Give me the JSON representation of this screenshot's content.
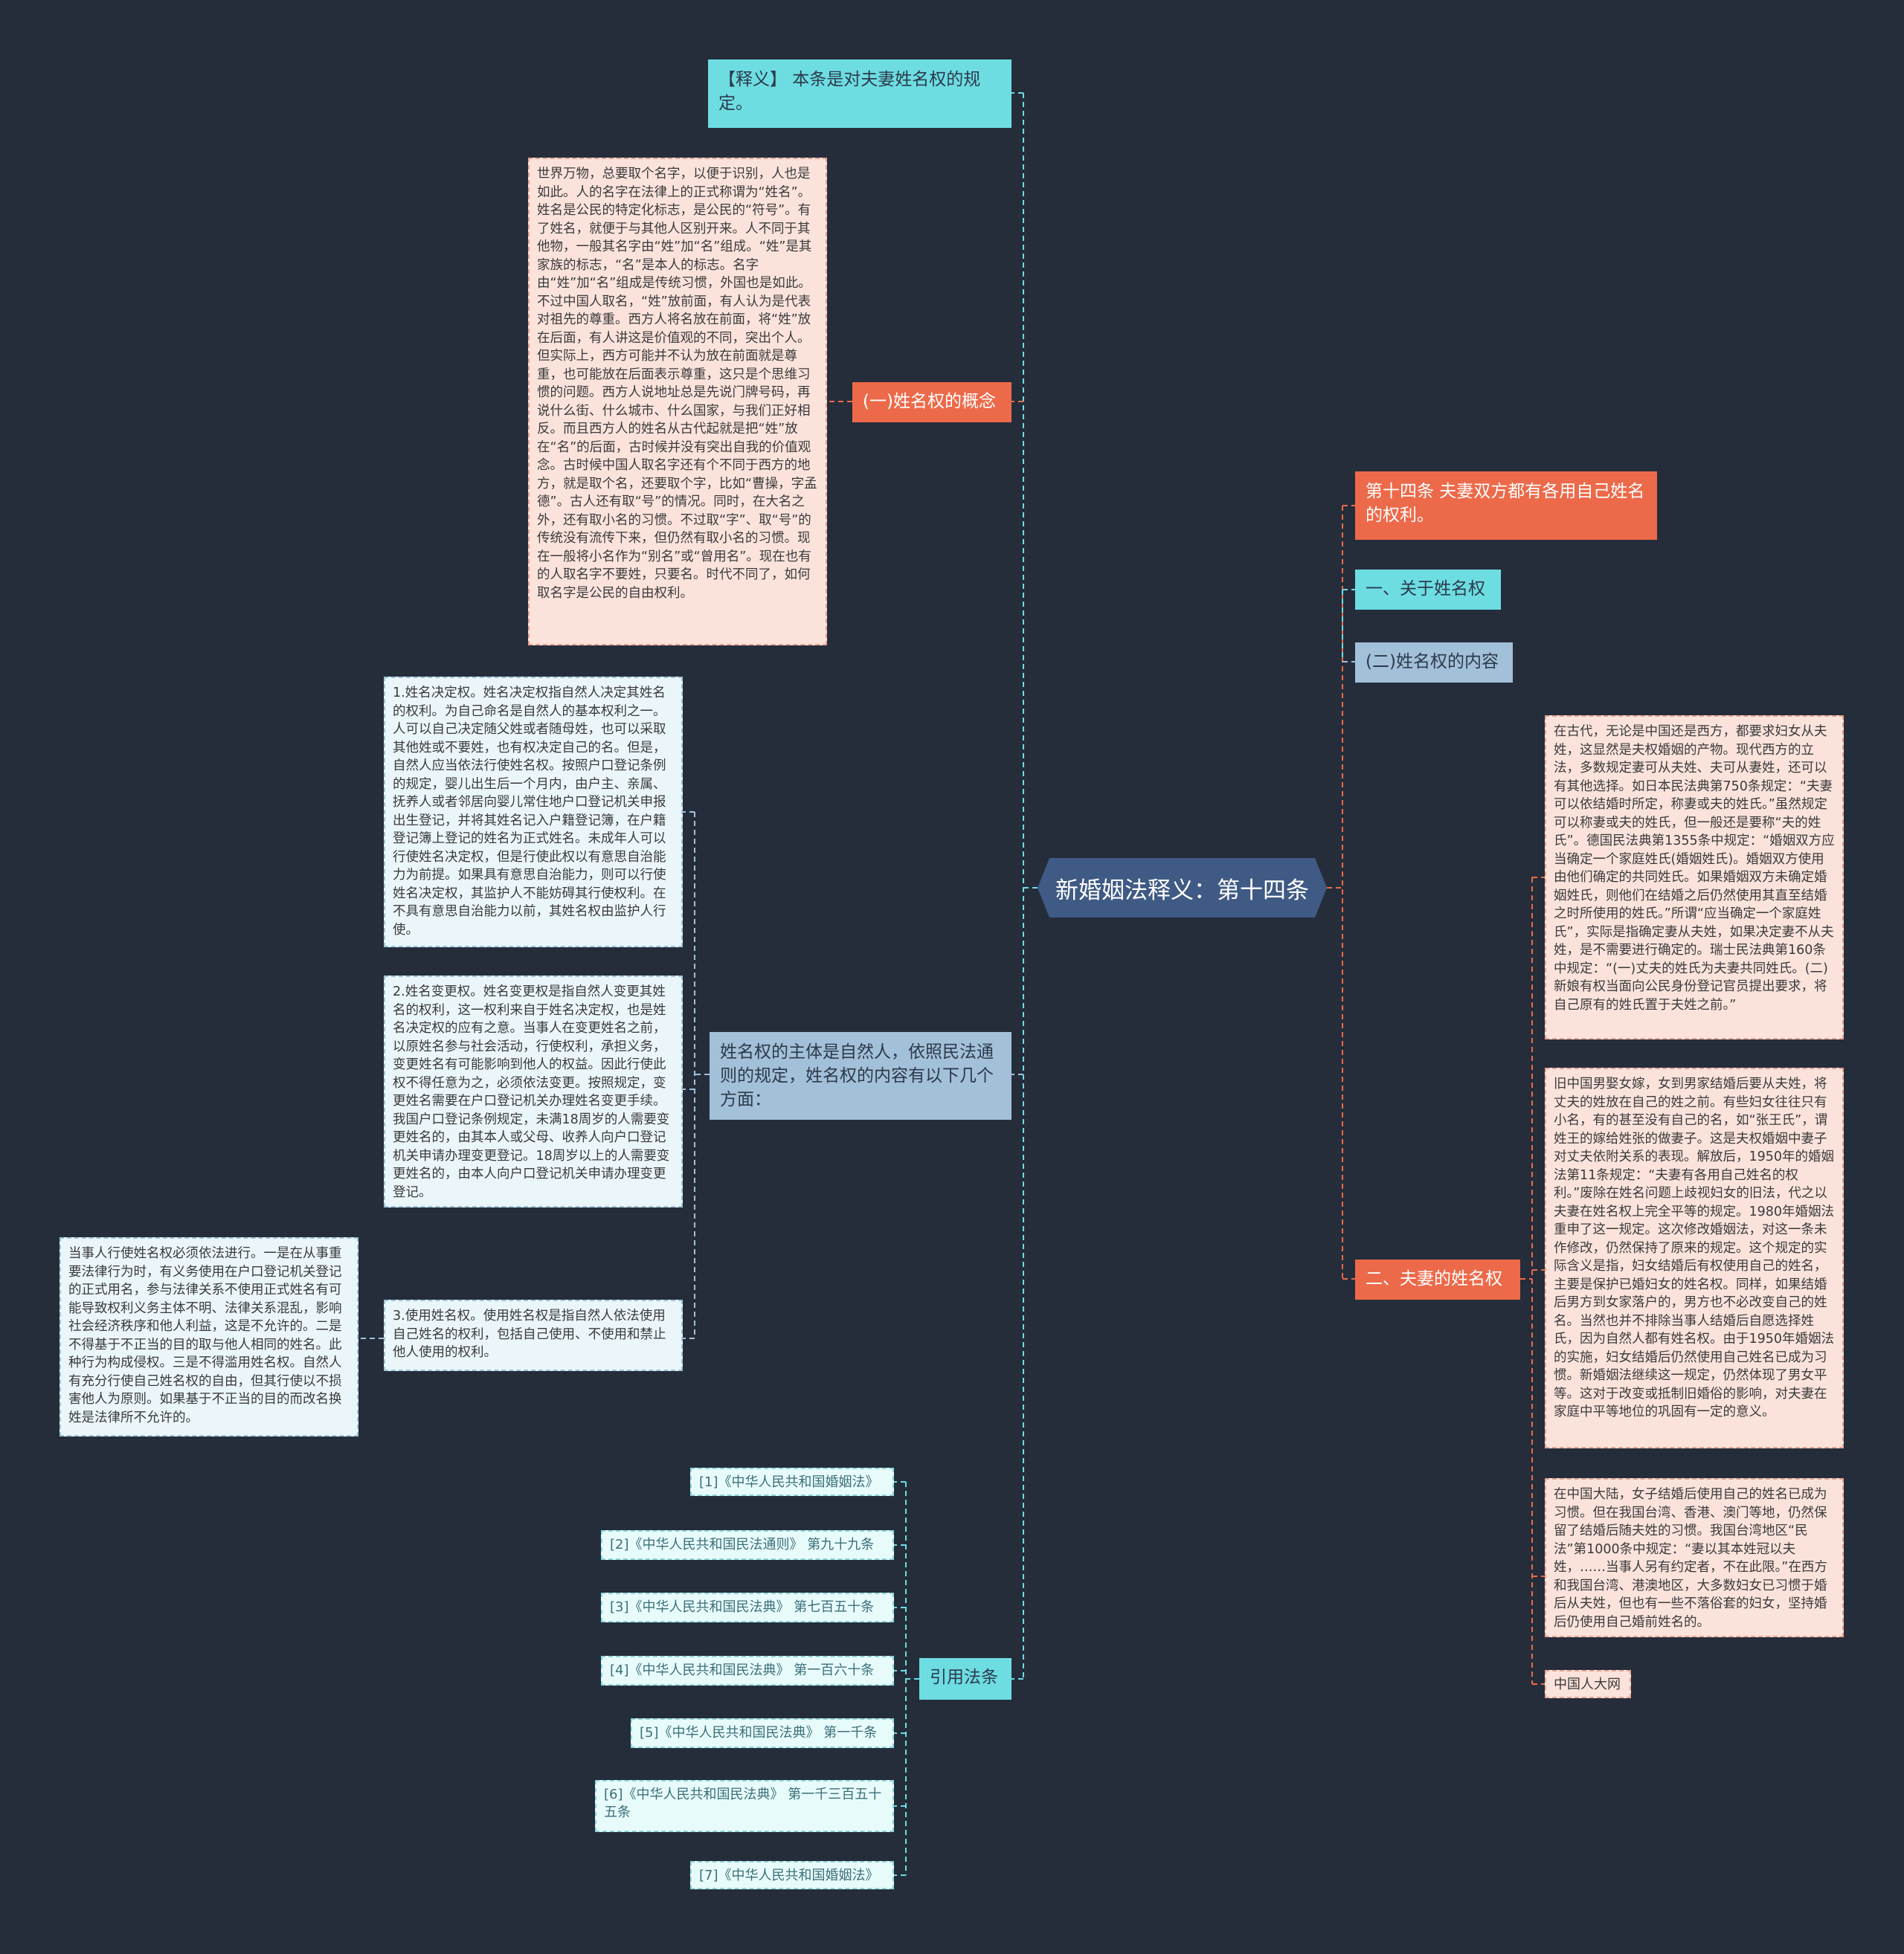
{
  "center": {
    "title": "新婚姻法释义：第十四条"
  },
  "left": {
    "definition": "【释义】 本条是对夫妻姓名权的规定。",
    "concept": {
      "label": "(一)姓名权的概念",
      "detail": "世界万物，总要取个名字，以便于识别，人也是如此。人的名字在法律上的正式称谓为“姓名”。姓名是公民的特定化标志，是公民的“符号”。有了姓名，就便于与其他人区别开来。人不同于其他物，一般其名字由“姓”加“名”组成。“姓”是其家族的标志，“名”是本人的标志。名字由“姓”加“名”组成是传统习惯，外国也是如此。不过中国人取名，“姓”放前面，有人认为是代表对祖先的尊重。西方人将名放在前面，将“姓”放在后面，有人讲这是价值观的不同，突出个人。但实际上，西方可能并不认为放在前面就是尊重，也可能放在后面表示尊重，这只是个思维习惯的问题。西方人说地址总是先说门牌号码，再说什么街、什么城市、什么国家，与我们正好相反。而且西方人的姓名从古代起就是把“姓”放在“名”的后面，古时候并没有突出自我的价值观念。古时候中国人取名字还有个不同于西方的地方，就是取个名，还要取个字，比如“曹操，字孟德”。古人还有取“号”的情况。同时，在大名之外，还有取小名的习惯。不过取“字”、取“号”的传统没有流传下来，但仍然有取小名的习惯。现在一般将小名作为“别名”或“曾用名”。现在也有的人取名字不要姓，只要名。时代不同了，如何取名字是公民的自由权利。"
    },
    "subject": {
      "label": "姓名权的主体是自然人，依照民法通则的规定，姓名权的内容有以下几个方面：",
      "items": [
        "1.姓名决定权。姓名决定权指自然人决定其姓名的权利。为自己命名是自然人的基本权利之一。人可以自己决定随父姓或者随母姓，也可以采取其他姓或不要姓，也有权决定自己的名。但是，自然人应当依法行使姓名权。按照户口登记条例的规定，婴儿出生后一个月内，由户主、亲属、抚养人或者邻居向婴儿常住地户口登记机关申报出生登记，并将其姓名记入户籍登记簿，在户籍登记簿上登记的姓名为正式姓名。未成年人可以行使姓名决定权，但是行使此权以有意思自治能力为前提。如果具有意思自治能力，则可以行使姓名决定权，其监护人不能妨碍其行使权利。在不具有意思自治能力以前，其姓名权由监护人行使。",
        "2.姓名变更权。姓名变更权是指自然人变更其姓名的权利，这一权利来自于姓名决定权，也是姓名决定权的应有之意。当事人在变更姓名之前，以原姓名参与社会活动，行使权利，承担义务，变更姓名有可能影响到他人的权益。因此行使此权不得任意为之，必须依法变更。按照规定，变更姓名需要在户口登记机关办理姓名变更手续。我国户口登记条例规定，未满18周岁的人需要变更姓名的，由其本人或父母、收养人向户口登记机关申请办理变更登记。18周岁以上的人需要变更姓名的，由本人向户口登记机关申请办理变更登记。",
        "3.使用姓名权。使用姓名权是指自然人依法使用自己姓名的权利，包括自己使用、不使用和禁止他人使用的权利。"
      ],
      "note": "当事人行使姓名权必须依法进行。一是在从事重要法律行为时，有义务使用在户口登记机关登记的正式用名，参与法律关系不使用正式姓名有可能导致权利义务主体不明、法律关系混乱，影响社会经济秩序和他人利益，这是不允许的。二是不得基于不正当的目的取与他人相同的姓名。此种行为构成侵权。三是不得滥用姓名权。自然人有充分行使自己姓名权的自由，但其行使以不损害他人为原则。如果基于不正当的目的而改名换姓是法律所不允许的。"
    },
    "citations": {
      "label": "引用法条",
      "items": [
        "[1]《中华人民共和国婚姻法》",
        "[2]《中华人民共和国民法通则》 第九十九条",
        "[3]《中华人民共和国民法典》 第七百五十条",
        "[4]《中华人民共和国民法典》 第一百六十条",
        "[5]《中华人民共和国民法典》 第一千条",
        "[6]《中华人民共和国民法典》 第一千三百五十五条",
        "[7]《中华人民共和国婚姻法》"
      ]
    }
  },
  "right": {
    "article": "第十四条 夫妻双方都有各用自己姓名的权利。",
    "section1": "一、关于姓名权",
    "section1_content": "(二)姓名权的内容",
    "section2": {
      "label": "二、夫妻的姓名权",
      "items": [
        "在古代，无论是中国还是西方，都要求妇女从夫姓，这显然是夫权婚姻的产物。现代西方的立法，多数规定妻可从夫姓、夫可从妻姓，还可以有其他选择。如日本民法典第750条规定：“夫妻可以依结婚时所定，称妻或夫的姓氏。”虽然规定可以称妻或夫的姓氏，但一般还是要称“夫的姓氏”。德国民法典第1355条中规定：“婚姻双方应当确定一个家庭姓氏(婚姻姓氏)。婚姻双方使用由他们确定的共同姓氏。如果婚姻双方未确定婚姻姓氏，则他们在结婚之后仍然使用其直至结婚之时所使用的姓氏。”所谓“应当确定一个家庭姓氏”，实际是指确定妻从夫姓，如果决定妻不从夫姓，是不需要进行确定的。瑞士民法典第160条中规定：“(一)丈夫的姓氏为夫妻共同姓氏。(二)新娘有权当面向公民身份登记官员提出要求，将自己原有的姓氏置于夫姓之前。”",
        "旧中国男娶女嫁，女到男家结婚后要从夫姓，将丈夫的姓放在自己的姓之前。有些妇女往往只有小名，有的甚至没有自己的名，如“张王氏”，谓姓王的嫁给姓张的做妻子。这是夫权婚姻中妻子对丈夫依附关系的表现。解放后，1950年的婚姻法第11条规定：“夫妻有各用自己姓名的权利。”废除在姓名问题上歧视妇女的旧法，代之以夫妻在姓名权上完全平等的规定。1980年婚姻法重申了这一规定。这次修改婚姻法，对这一条未作修改，仍然保持了原来的规定。这个规定的实际含义是指，妇女结婚后有权使用自己的姓名，主要是保护已婚妇女的姓名权。同样，如果结婚后男方到女家落户的，男方也不必改变自己的姓名。当然也并不排除当事人结婚后自愿选择姓氏，因为自然人都有姓名权。由于1950年婚姻法的实施，妇女结婚后仍然使用自己姓名已成为习惯。新婚姻法继续这一规定，仍然体现了男女平等。这对于改变或抵制旧婚俗的影响，对夫妻在家庭中平等地位的巩固有一定的意义。",
        "在中国大陆，女子结婚后使用自己的姓名已成为习惯。但在我国台湾、香港、澳门等地，仍然保留了结婚后随夫姓的习惯。我国台湾地区“民法”第1000条中规定：“妻以其本姓冠以夫姓，……当事人另有约定者，不在此限。”在西方和我国台湾、港澳地区，大多数妇女已习惯于婚后从夫姓，但也有一些不落俗套的妇女，坚持婚后仍使用自己婚前姓名的。"
      ],
      "source": "中国人大网"
    }
  },
  "colors": {
    "background": "#252d3b",
    "center": "#3f5a84",
    "orange": "#ec6a4a",
    "cyan": "#6ddde2",
    "bluegray": "#a3c0d9",
    "pink_box": "#fbe3dc",
    "pale_box": "#eaf6fa"
  }
}
